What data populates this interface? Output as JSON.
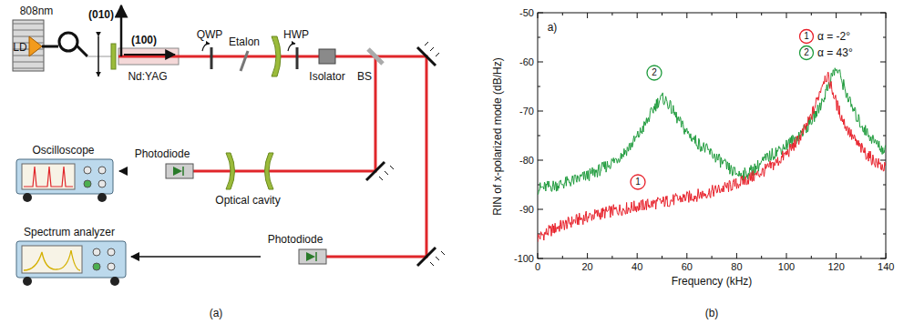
{
  "diagram": {
    "nodes": [
      {
        "text": [
          "Oscilloscope"
        ]
      },
      {
        "text": [
          "Photodiode"
        ]
      },
      {
        "text": [
          "Spectrum analyzer"
        ]
      },
      {
        "text": [
          "Photodiode"
        ]
      }
    ],
    "edges": [
      {
        "from": 1,
        "to": 0,
        "arrow": "to"
      },
      {
        "from": 3,
        "to": 2,
        "arrow": "to"
      }
    ],
    "labels": [
      "808nm",
      "LD",
      "(010)",
      "(100)",
      "Nd:YAG",
      "QWP",
      "Etalon",
      "HWP",
      "Isolator",
      "BS",
      "Optical cavity",
      "(a)",
      "a)",
      "-50",
      "-60",
      "-70",
      "-80",
      "-90",
      "-100",
      "0",
      "20",
      "40",
      "60",
      "80",
      "100",
      "120",
      "140",
      "Frequency (kHz)",
      "RIN of x-polarized mode (dB/Hz)",
      "1",
      "2",
      "1",
      "2",
      "(b)"
    ],
    "legend": [
      {
        "text": "α = -2°",
        "color": "#e8202a"
      },
      {
        "text": "α = 43°",
        "color": "#1e9b3c"
      }
    ]
  }
}
